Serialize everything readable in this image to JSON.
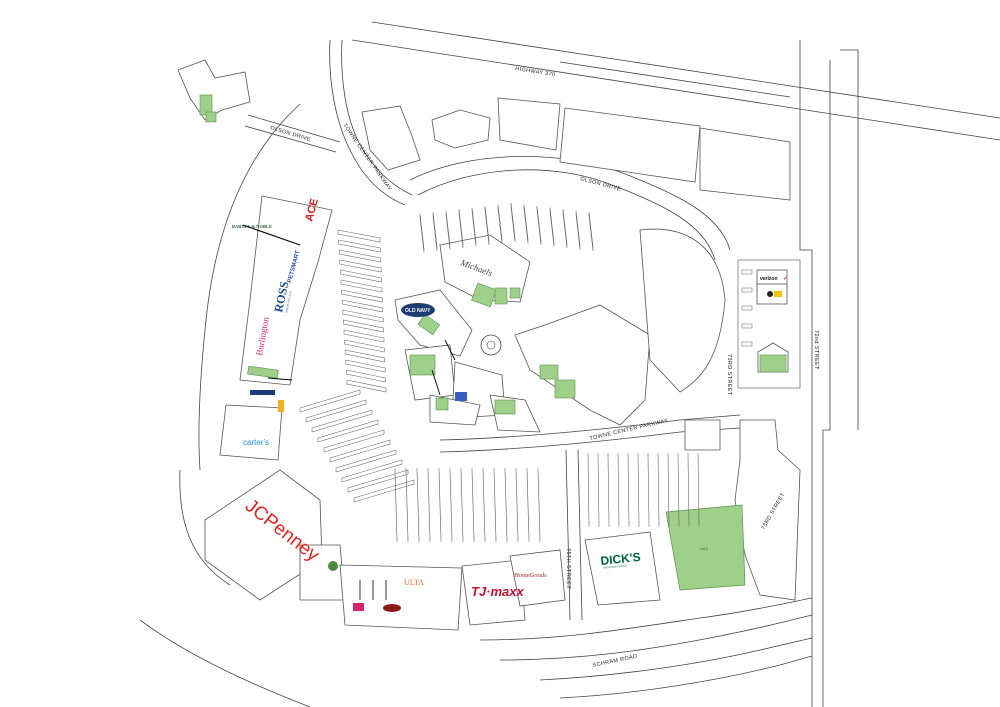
{
  "roads": {
    "highway_370": "HIGHWAY 370",
    "olson_drive_west": "OLSON DRIVE",
    "olson_drive_north": "OLSON DRIVE",
    "towne_center_parkway_north": "TOWNE CENTER PARKWAY",
    "towne_center_parkway_south": "TOWNE CENTER PARKWAY",
    "street_73rd_east": "73RD STREET",
    "street_72nd": "72nd STREET",
    "street_73rd_south": "73RD STREET",
    "street_75th": "75TH STREET",
    "schram_road": "SCHRAM ROAD"
  },
  "tenants": {
    "barnes_noble": "BARNES & NOBLE",
    "ace": "ACE",
    "petsmart": "PETSMART",
    "ross": "ROSS",
    "ross_tagline": "DRESS FOR LESS",
    "burlington": "Burlington",
    "carters": "carter's",
    "michaels": "Michaels",
    "old_navy": "OLD NAVY",
    "jcpenney": "JCPenney",
    "ulta": "ULTA",
    "tjmaxx": "TJ·maxx",
    "homegoods": "HomeGoods",
    "dicks": "DICK'S",
    "dicks_tagline": "SPORTING GOODS",
    "verizon": "verizon",
    "lot_2": "Lot 2"
  },
  "colors": {
    "available_space": "#9fd08a",
    "jcpenney_red": "#e2231a",
    "tjmaxx_red": "#c8102e",
    "dicks_green": "#006341",
    "ross_blue": "#1d4f91",
    "burlington_pink": "#d6246e",
    "ace_red": "#d71920",
    "petsmart_blue": "#1b4f9c",
    "michaels_red": "#b8261f",
    "old_navy_blue": "#1f3b73",
    "carters_blue": "#1f8fd6",
    "ulta_orange": "#f26d21",
    "homegoods_red": "#a8192e",
    "verizon_red": "#cd040b"
  }
}
